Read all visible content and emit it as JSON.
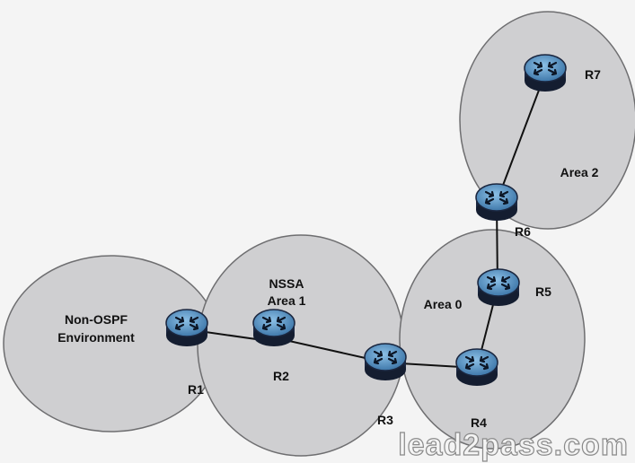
{
  "areas": {
    "non_ospf_line1": "Non-OSPF",
    "non_ospf_line2": "Environment",
    "nssa_line1": "NSSA",
    "nssa_line2": "Area 1",
    "area0": "Area 0",
    "area2": "Area 2"
  },
  "routers": {
    "r1": "R1",
    "r2": "R2",
    "r3": "R3",
    "r4": "R4",
    "r5": "R5",
    "r6": "R6",
    "r7": "R7"
  },
  "watermark": "lead2pass.com",
  "colors": {
    "router_top": "#5f98c8",
    "router_side": "#17233a",
    "area_fill": "#cfcfd1"
  }
}
